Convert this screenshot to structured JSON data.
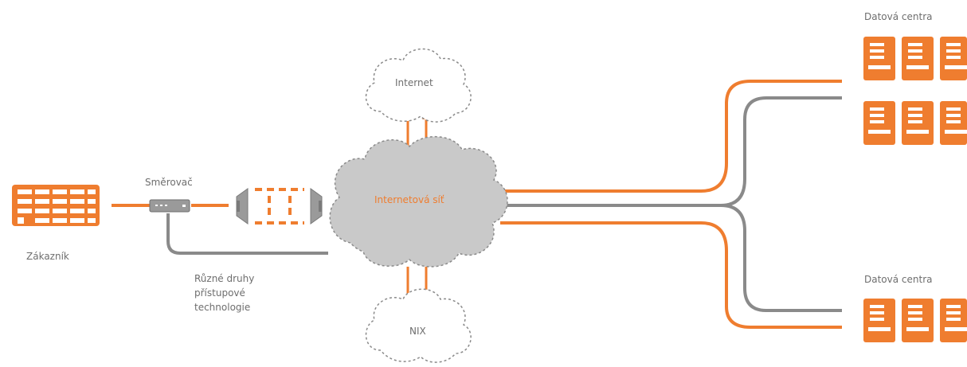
{
  "diagram": {
    "customer_label": "Zákazník",
    "router_label": "Směrovač",
    "access_tech_lines": [
      "Různé druhy",
      "přístupové",
      "technologie"
    ],
    "internet_label": "Internet",
    "network_cloud_label": "Internetová síť",
    "nix_label": "NIX",
    "datacenter_top_label": "Datová centra",
    "datacenter_bottom_label": "Datová centra"
  },
  "colors": {
    "accent_orange": "#ef7d2f",
    "link_gray": "#8a8a8a",
    "cloud_fill": "#c9c9c9",
    "text_gray": "#6e6e6e"
  },
  "icons": {
    "customer": "building-grid-icon",
    "router": "router-icon",
    "wireless": "wireless-link-icon",
    "server": "server-rack-icon"
  }
}
